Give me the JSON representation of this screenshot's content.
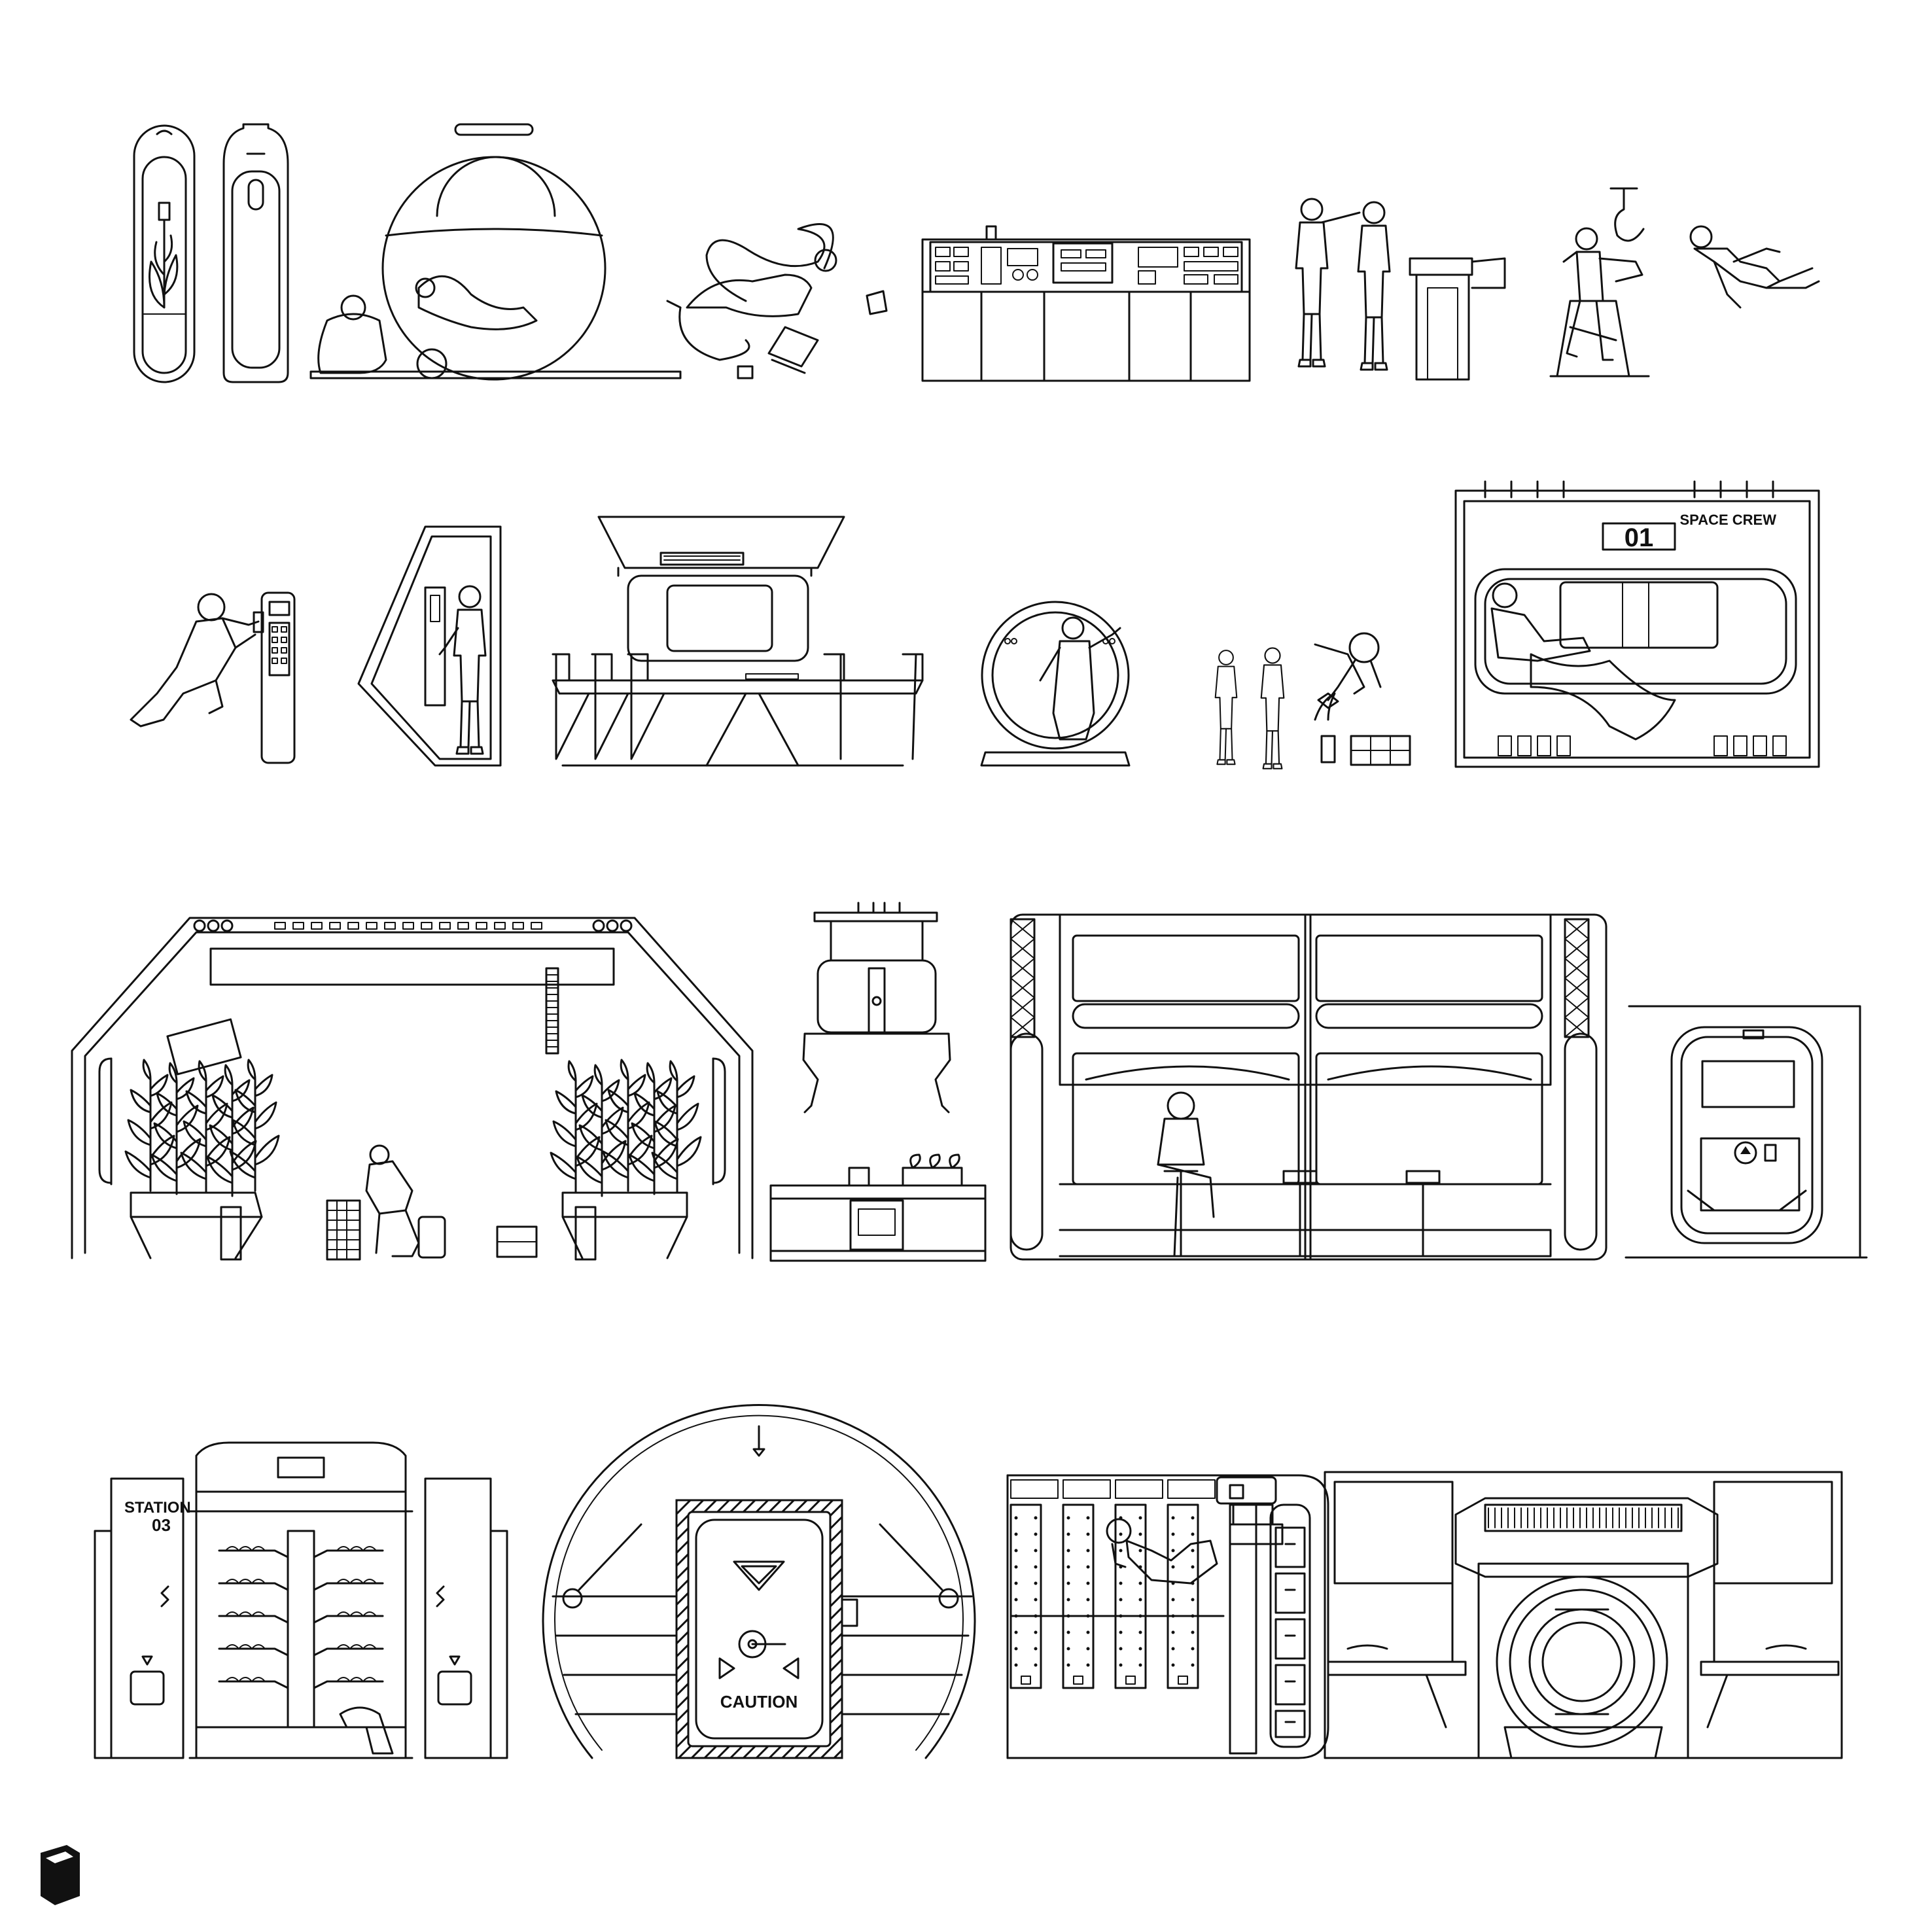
{
  "title": "",
  "labels": {
    "space_crew": "SPACE CREW",
    "pod_number": "01",
    "station": "STATION",
    "station_number": "03",
    "caution": "CAUTION"
  }
}
